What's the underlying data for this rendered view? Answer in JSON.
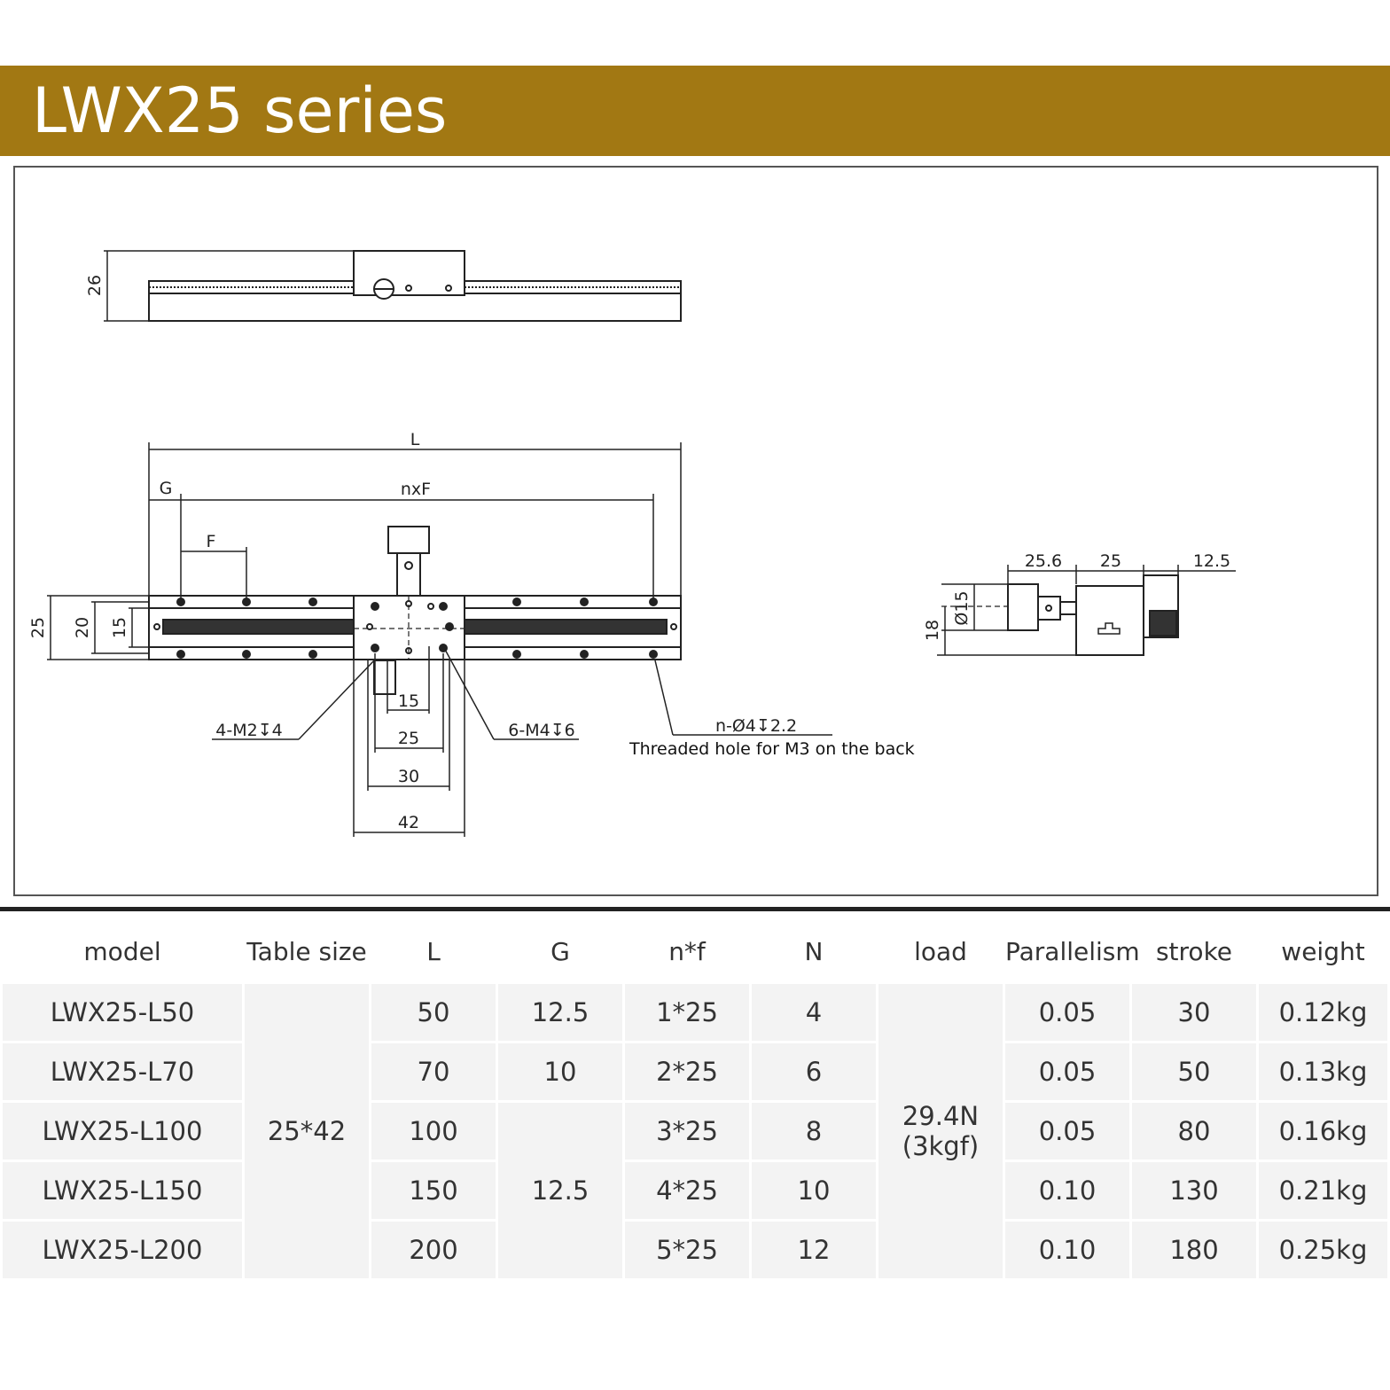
{
  "header": {
    "title": "LWX25 series"
  },
  "drawing": {
    "dims": {
      "h26": "26",
      "L": "L",
      "G": "G",
      "nxF": "nxF",
      "F": "F",
      "h25": "25",
      "h20": "20",
      "h15": "15",
      "d15": "15",
      "d25": "25",
      "d30": "30",
      "d42": "42",
      "m2": "4-M2↧4",
      "m4": "6-M4↧6",
      "n_hole": "n-Ø4↧2.2",
      "side_25_6": "25.6",
      "side_25": "25",
      "side_12_5": "12.5",
      "side_phi15": "Ø15",
      "side_18": "18"
    },
    "note": "Threaded hole for M3 on the back"
  },
  "table": {
    "headers": [
      "model",
      "Table size",
      "L",
      "G",
      "n*f",
      "N",
      "load",
      "Parallelism",
      "stroke",
      "weight"
    ],
    "table_size": "25*42",
    "load_line1": "29.4N",
    "load_line2": "(3kgf)",
    "g_merged": "12.5",
    "rows": [
      {
        "model": "LWX25-L50",
        "L": "50",
        "G": "12.5",
        "nf": "1*25",
        "N": "4",
        "parallelism": "0.05",
        "stroke": "30",
        "weight": "0.12kg"
      },
      {
        "model": "LWX25-L70",
        "L": "70",
        "G": "10",
        "nf": "2*25",
        "N": "6",
        "parallelism": "0.05",
        "stroke": "50",
        "weight": "0.13kg"
      },
      {
        "model": "LWX25-L100",
        "L": "100",
        "nf": "3*25",
        "N": "8",
        "parallelism": "0.05",
        "stroke": "80",
        "weight": "0.16kg"
      },
      {
        "model": "LWX25-L150",
        "L": "150",
        "nf": "4*25",
        "N": "10",
        "parallelism": "0.10",
        "stroke": "130",
        "weight": "0.21kg"
      },
      {
        "model": "LWX25-L200",
        "L": "200",
        "nf": "5*25",
        "N": "12",
        "parallelism": "0.10",
        "stroke": "180",
        "weight": "0.25kg"
      }
    ]
  }
}
